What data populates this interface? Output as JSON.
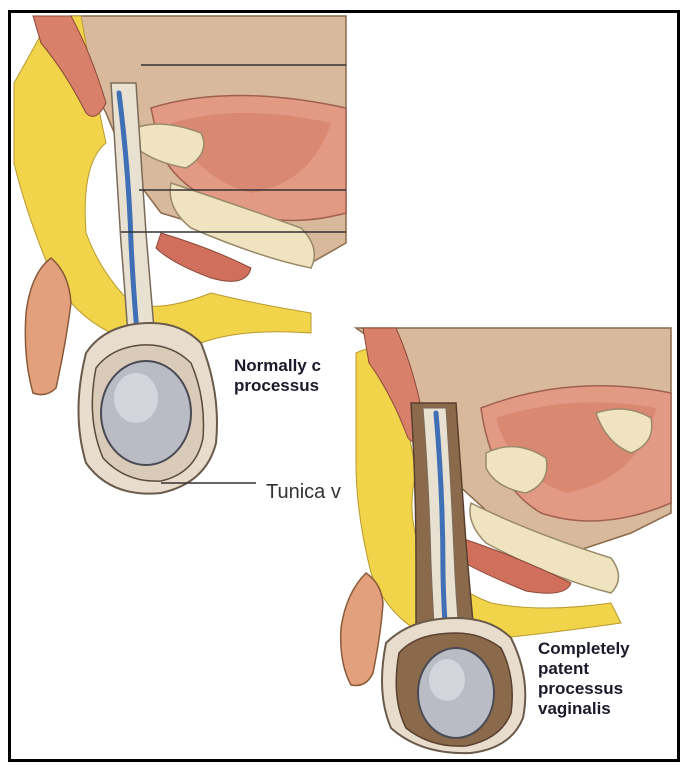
{
  "labels": {
    "normally": "Normally c",
    "processus_1": "processus",
    "tunica": "Tunica v",
    "completely": "Completely",
    "patent": "patent",
    "processus_2": "processus",
    "vaginalis": "vaginalis"
  },
  "colors": {
    "fat_yellow": "#f1d44a",
    "muscle_red": "#d9806b",
    "bone": "#efe3c0",
    "testis_gray": "#b9bcc4",
    "vessel_blue": "#3f6fb5",
    "skin_outline": "#8a6a4a",
    "peritoneum": "#caa98c",
    "bladder": "#e7a58f"
  }
}
